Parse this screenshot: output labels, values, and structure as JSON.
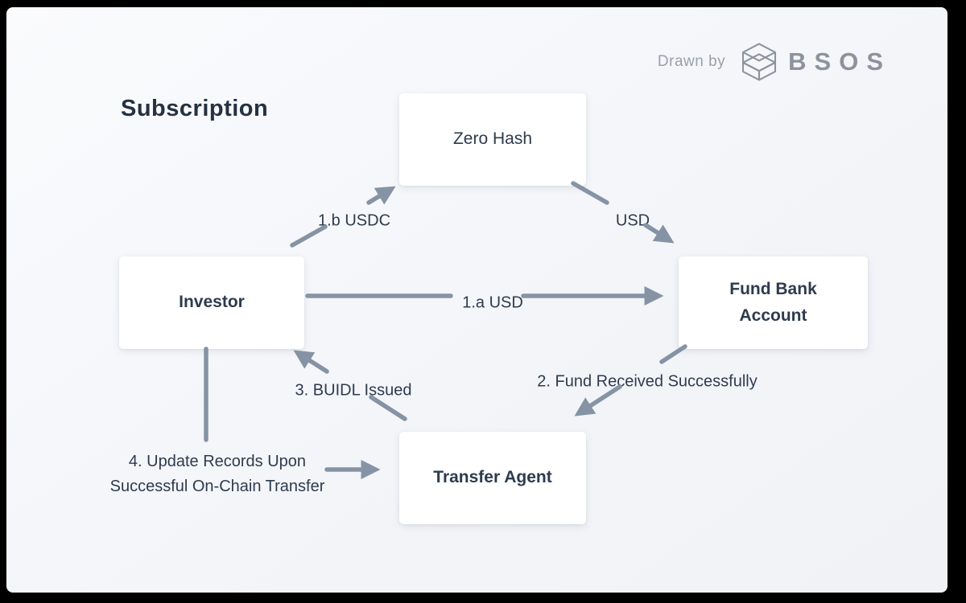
{
  "page": {
    "title": "Subscription"
  },
  "attribution": {
    "drawn_by": "Drawn by",
    "brand": "BSOS",
    "logo_icon": "cube-lattice-icon"
  },
  "nodes": {
    "zero_hash": {
      "label": "Zero Hash"
    },
    "investor": {
      "label": "Investor"
    },
    "fund_bank_account": {
      "label": "Fund Bank Account"
    },
    "transfer_agent": {
      "label": "Transfer Agent"
    }
  },
  "edges": {
    "investor_to_zero_hash": {
      "label": "1.b USDC",
      "from": "Investor",
      "to": "Zero Hash"
    },
    "zero_hash_to_fund_bank": {
      "label": "USD",
      "from": "Zero Hash",
      "to": "Fund Bank Account"
    },
    "investor_to_fund_bank": {
      "label": "1.a USD",
      "from": "Investor",
      "to": "Fund Bank Account"
    },
    "fund_bank_to_transfer_agent": {
      "label": "2. Fund Received Successfully",
      "from": "Fund Bank Account",
      "to": "Transfer Agent"
    },
    "transfer_agent_to_investor": {
      "label": "3. BUIDL Issued",
      "from": "Transfer Agent",
      "to": "Investor"
    },
    "investor_to_transfer_agent": {
      "label": "4. Update Records Upon Successful On-Chain Transfer",
      "from": "Investor",
      "to": "Transfer Agent"
    }
  },
  "colors": {
    "frame": "#000000",
    "panel": "#f4f6f9",
    "node_bg": "#ffffff",
    "text_dark": "#2e3b4e",
    "title": "#243243",
    "arrow": "#8593a5",
    "attribution_gray": "#9aa0ab",
    "brand_gray": "#8d939d"
  }
}
